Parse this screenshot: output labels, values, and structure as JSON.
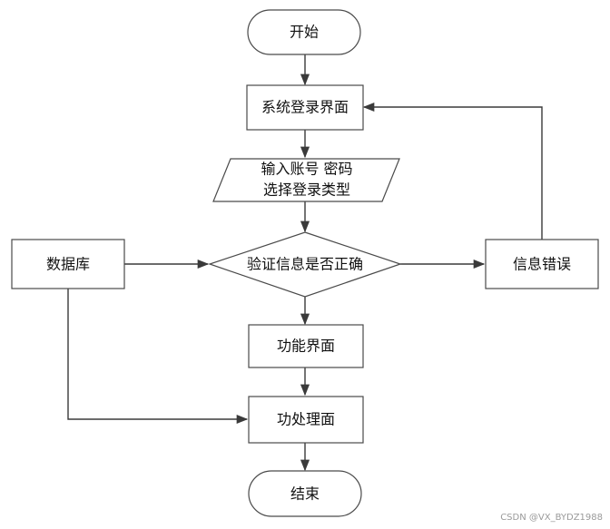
{
  "diagram": {
    "start": "开始",
    "login_page": "系统登录界面",
    "input_line1": "输入账号 密码",
    "input_line2": "选择登录类型",
    "database": "数据库",
    "verify": "验证信息是否正确",
    "error": "信息错误",
    "function_page": "功能界面",
    "process_page": "功处理面",
    "end": "结束"
  },
  "watermark": "CSDN @VX_BYDZ1988",
  "colors": {
    "stroke": "#4a4a4a",
    "fill": "#ffffff",
    "text": "#111111"
  }
}
